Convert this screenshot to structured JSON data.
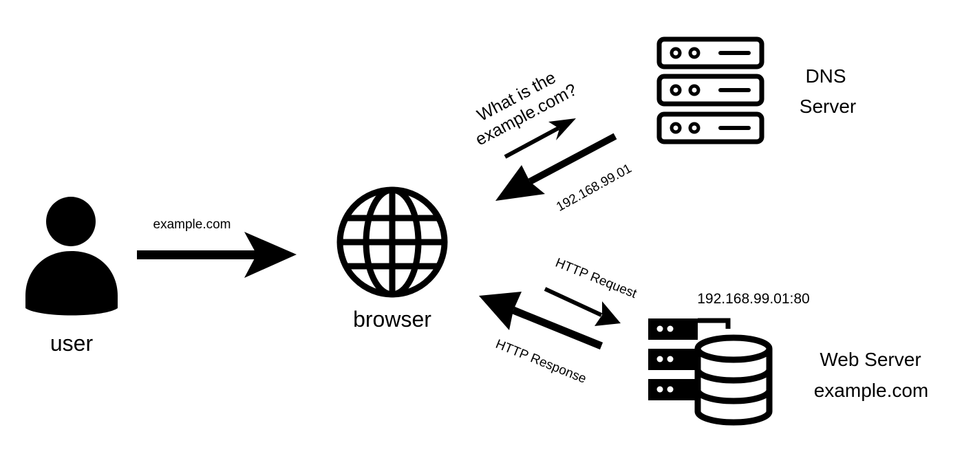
{
  "nodes": {
    "user": {
      "label": "user",
      "icon": "user-icon"
    },
    "browser": {
      "label": "browser",
      "icon": "globe-icon"
    },
    "dns_server": {
      "label_line1": "DNS",
      "label_line2": "Server",
      "icon": "server-rack-icon"
    },
    "web_server": {
      "label_line1": "Web Server",
      "label_line2": "example.com",
      "address": "192.168.99.01:80",
      "icon": "web-server-database-icon"
    }
  },
  "edges": {
    "user_to_browser": {
      "label": "example.com"
    },
    "dns_query": {
      "label_line1": "What is the",
      "label_line2": "example.com?"
    },
    "dns_answer": {
      "label": "192.168.99.01"
    },
    "http_request": {
      "label": "HTTP Request"
    },
    "http_response": {
      "label": "HTTP Response"
    }
  },
  "colors": {
    "ink": "#000000",
    "background": "#ffffff"
  }
}
